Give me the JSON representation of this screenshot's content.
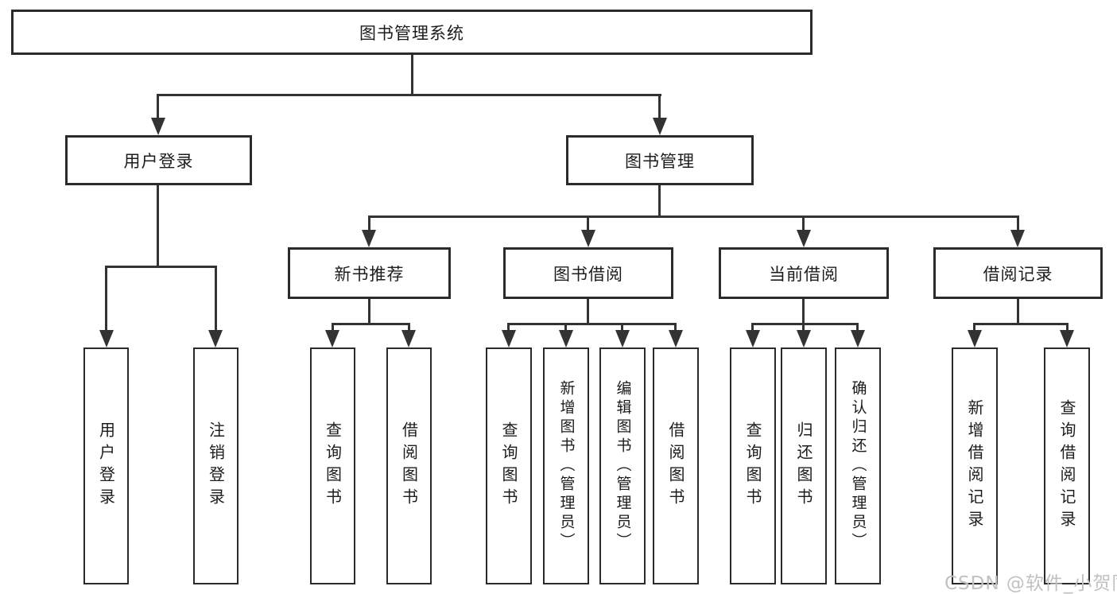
{
  "diagram": {
    "type": "tree",
    "colors": {
      "background": "#ffffff",
      "box_border": "#2b2b2b",
      "connector": "#333333",
      "text": "#1c1c1c",
      "watermark": "#c2c1c1"
    },
    "nodes": {
      "root": {
        "label": "图书管理系统"
      },
      "login": {
        "label": "用户登录",
        "children": [
          {
            "label": "用户登录"
          },
          {
            "label": "注销登录"
          }
        ]
      },
      "mgmt": {
        "label": "图书管理",
        "children": [
          {
            "label": "新书推荐",
            "children": [
              {
                "label": "查询图书"
              },
              {
                "label": "借阅图书"
              }
            ]
          },
          {
            "label": "图书借阅",
            "children": [
              {
                "label": "查询图书"
              },
              {
                "label": "新增图书（管理员）"
              },
              {
                "label": "编辑图书（管理员）"
              },
              {
                "label": "借阅图书"
              }
            ]
          },
          {
            "label": "当前借阅",
            "children": [
              {
                "label": "查询图书"
              },
              {
                "label": "归还图书"
              },
              {
                "label": "确认归还（管理员）"
              }
            ]
          },
          {
            "label": "借阅记录",
            "children": [
              {
                "label": "新增借阅记录"
              },
              {
                "label": "查询借阅记录"
              }
            ]
          }
        ]
      }
    },
    "watermark": {
      "text": "CSDN @软件_小贺同学"
    }
  }
}
